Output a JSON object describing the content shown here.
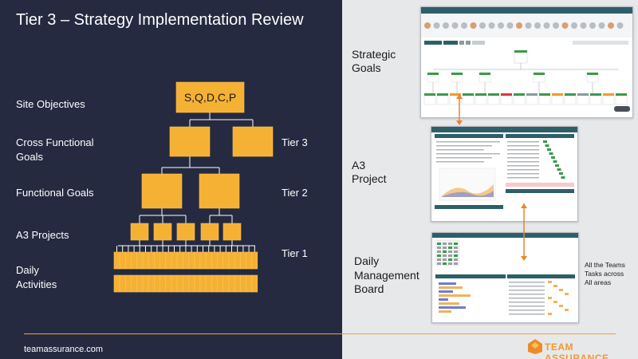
{
  "slide": {
    "title": "Tier 3 – Strategy Implementation Review",
    "left_labels": {
      "site_objectives": "Site Objectives",
      "cross_functional_1": "Cross Functional",
      "cross_functional_2": "Goals",
      "functional_goals": "Functional Goals",
      "a3_projects": "A3 Projects",
      "daily_1": "Daily",
      "daily_2": "Activities"
    },
    "top_box": "S,Q,D,C,P",
    "tiers": {
      "tier3": "Tier 3",
      "tier2": "Tier 2",
      "tier1": "Tier 1"
    },
    "right_labels": {
      "strategic_1": "Strategic",
      "strategic_2": "Goals",
      "a3_1": "A3",
      "a3_2": "Project",
      "daily_1": "Daily",
      "daily_2": "Management",
      "daily_3": "Board",
      "note_1": "All the Teams",
      "note_2": "Tasks across",
      "note_3": "All areas"
    },
    "footer": {
      "url": "teamassurance.com",
      "brand": "TEAM ASSURANCE"
    }
  },
  "colors": {
    "left_bg": "#252a40",
    "box": "#f5b133",
    "accent": "#e8a33c",
    "arrow": "#e8862a",
    "app_header": "#2d5f6b"
  },
  "icons": [
    "team-assurance-logo-icon"
  ]
}
